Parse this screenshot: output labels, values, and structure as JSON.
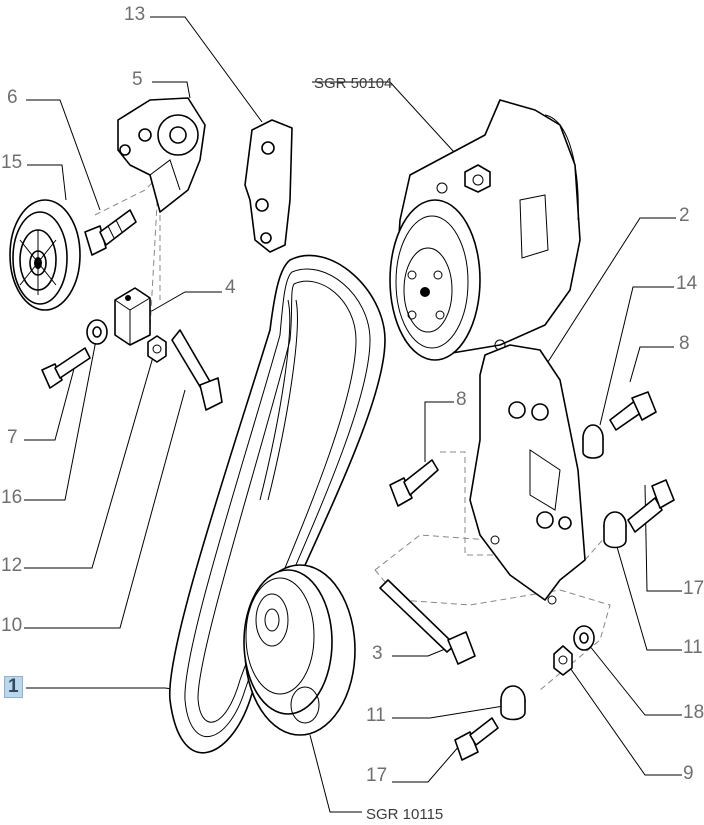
{
  "callouts": {
    "c13": "13",
    "c5": "5",
    "c6": "6",
    "c15": "15",
    "c4": "4",
    "c7": "7",
    "c16": "16",
    "c12": "12",
    "c10": "10",
    "c1": "1",
    "c2": "2",
    "c14": "14",
    "c8a": "8",
    "c8b": "8",
    "c17a": "17",
    "c11a": "11",
    "c3": "3",
    "c18": "18",
    "c11b": "11",
    "c17b": "17",
    "c9": "9"
  },
  "refs": {
    "compressor": "SGR 50104",
    "pulley_belt": "SGR 10115"
  },
  "colors": {
    "line": "#000000",
    "label": "#6f6f6f",
    "selected_bg": "#bcd6ea"
  }
}
